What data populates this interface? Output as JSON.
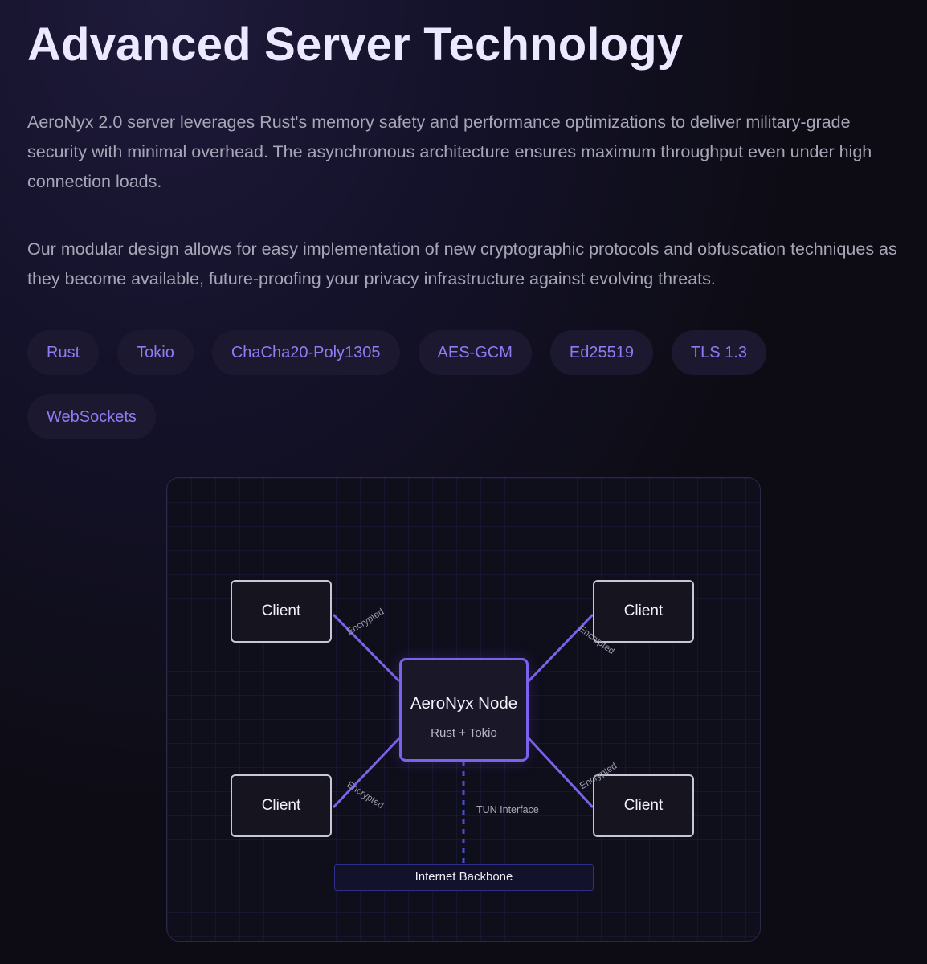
{
  "section": {
    "title": "Advanced Server Technology",
    "paragraphs": [
      "AeroNyx 2.0 server leverages Rust's memory safety and performance optimizations to deliver military-grade security with minimal overhead. The asynchronous architecture ensures maximum throughput even under high connection loads.",
      "Our modular design allows for easy implementation of new cryptographic protocols and obfuscation techniques as they become available, future-proofing your privacy infrastructure against evolving threats."
    ],
    "tags": [
      "Rust",
      "Tokio",
      "ChaCha20-Poly1305",
      "AES-GCM",
      "Ed25519",
      "TLS 1.3",
      "WebSockets"
    ]
  },
  "diagram": {
    "clients": [
      "Client",
      "Client",
      "Client",
      "Client"
    ],
    "node": {
      "title": "AeroNyx Node",
      "subtitle": "Rust + Tokio"
    },
    "link_label": "Encrypted",
    "tun_label": "TUN Interface",
    "backbone_label": "Internet Backbone"
  },
  "colors": {
    "background": "#0d0c14",
    "accent": "#7c62ea",
    "tag_text": "#8f7bf2",
    "tag_bg": "#1b1830",
    "body_text": "#a7a6b7",
    "heading": "#ece8ff"
  }
}
